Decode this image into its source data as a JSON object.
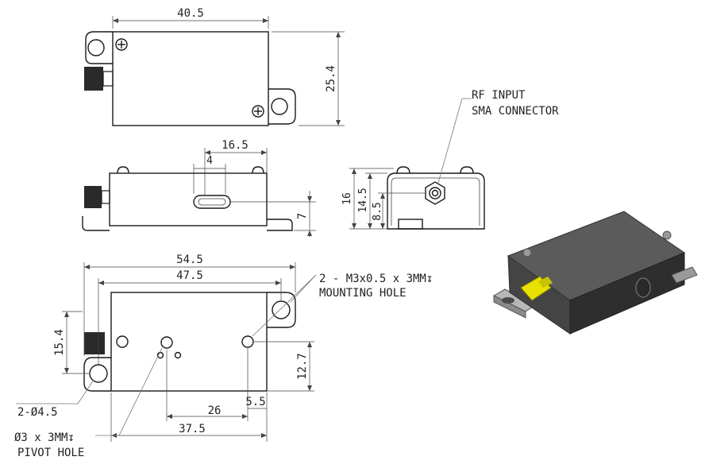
{
  "top_view": {
    "width_dim": "40.5",
    "height_dim": "25.4"
  },
  "side_view": {
    "slot_offset_dim": "16.5",
    "slot_width_dim": "4",
    "slot_height_dim": "7"
  },
  "end_view": {
    "height_dim": "16",
    "inner_height_dim": "14.5",
    "connector_height_dim": "8.5",
    "callout_line1": "RF INPUT",
    "callout_line2": "SMA CONNECTOR"
  },
  "bottom_view": {
    "overall_width_dim": "54.5",
    "hole_span_dim": "47.5",
    "left_height_dim": "15.4",
    "right_height_dim": "12.7",
    "pivot_offset_dim": "26",
    "small_offset_dim": "5.5",
    "pivot_span_dim": "37.5",
    "mounting_callout_line1": "2 - M3x0.5 x 3MM↧",
    "mounting_callout_line2": "MOUNTING HOLE",
    "hole_dia_callout": "2-Ø4.5",
    "pivot_callout_line1": "Ø3 x 3MM↧",
    "pivot_callout_line2": "PIVOT HOLE"
  },
  "colors": {
    "line": "#1a1a1a",
    "connector_yellow": "#e8e000",
    "body_dark": "#3a3a3a"
  }
}
